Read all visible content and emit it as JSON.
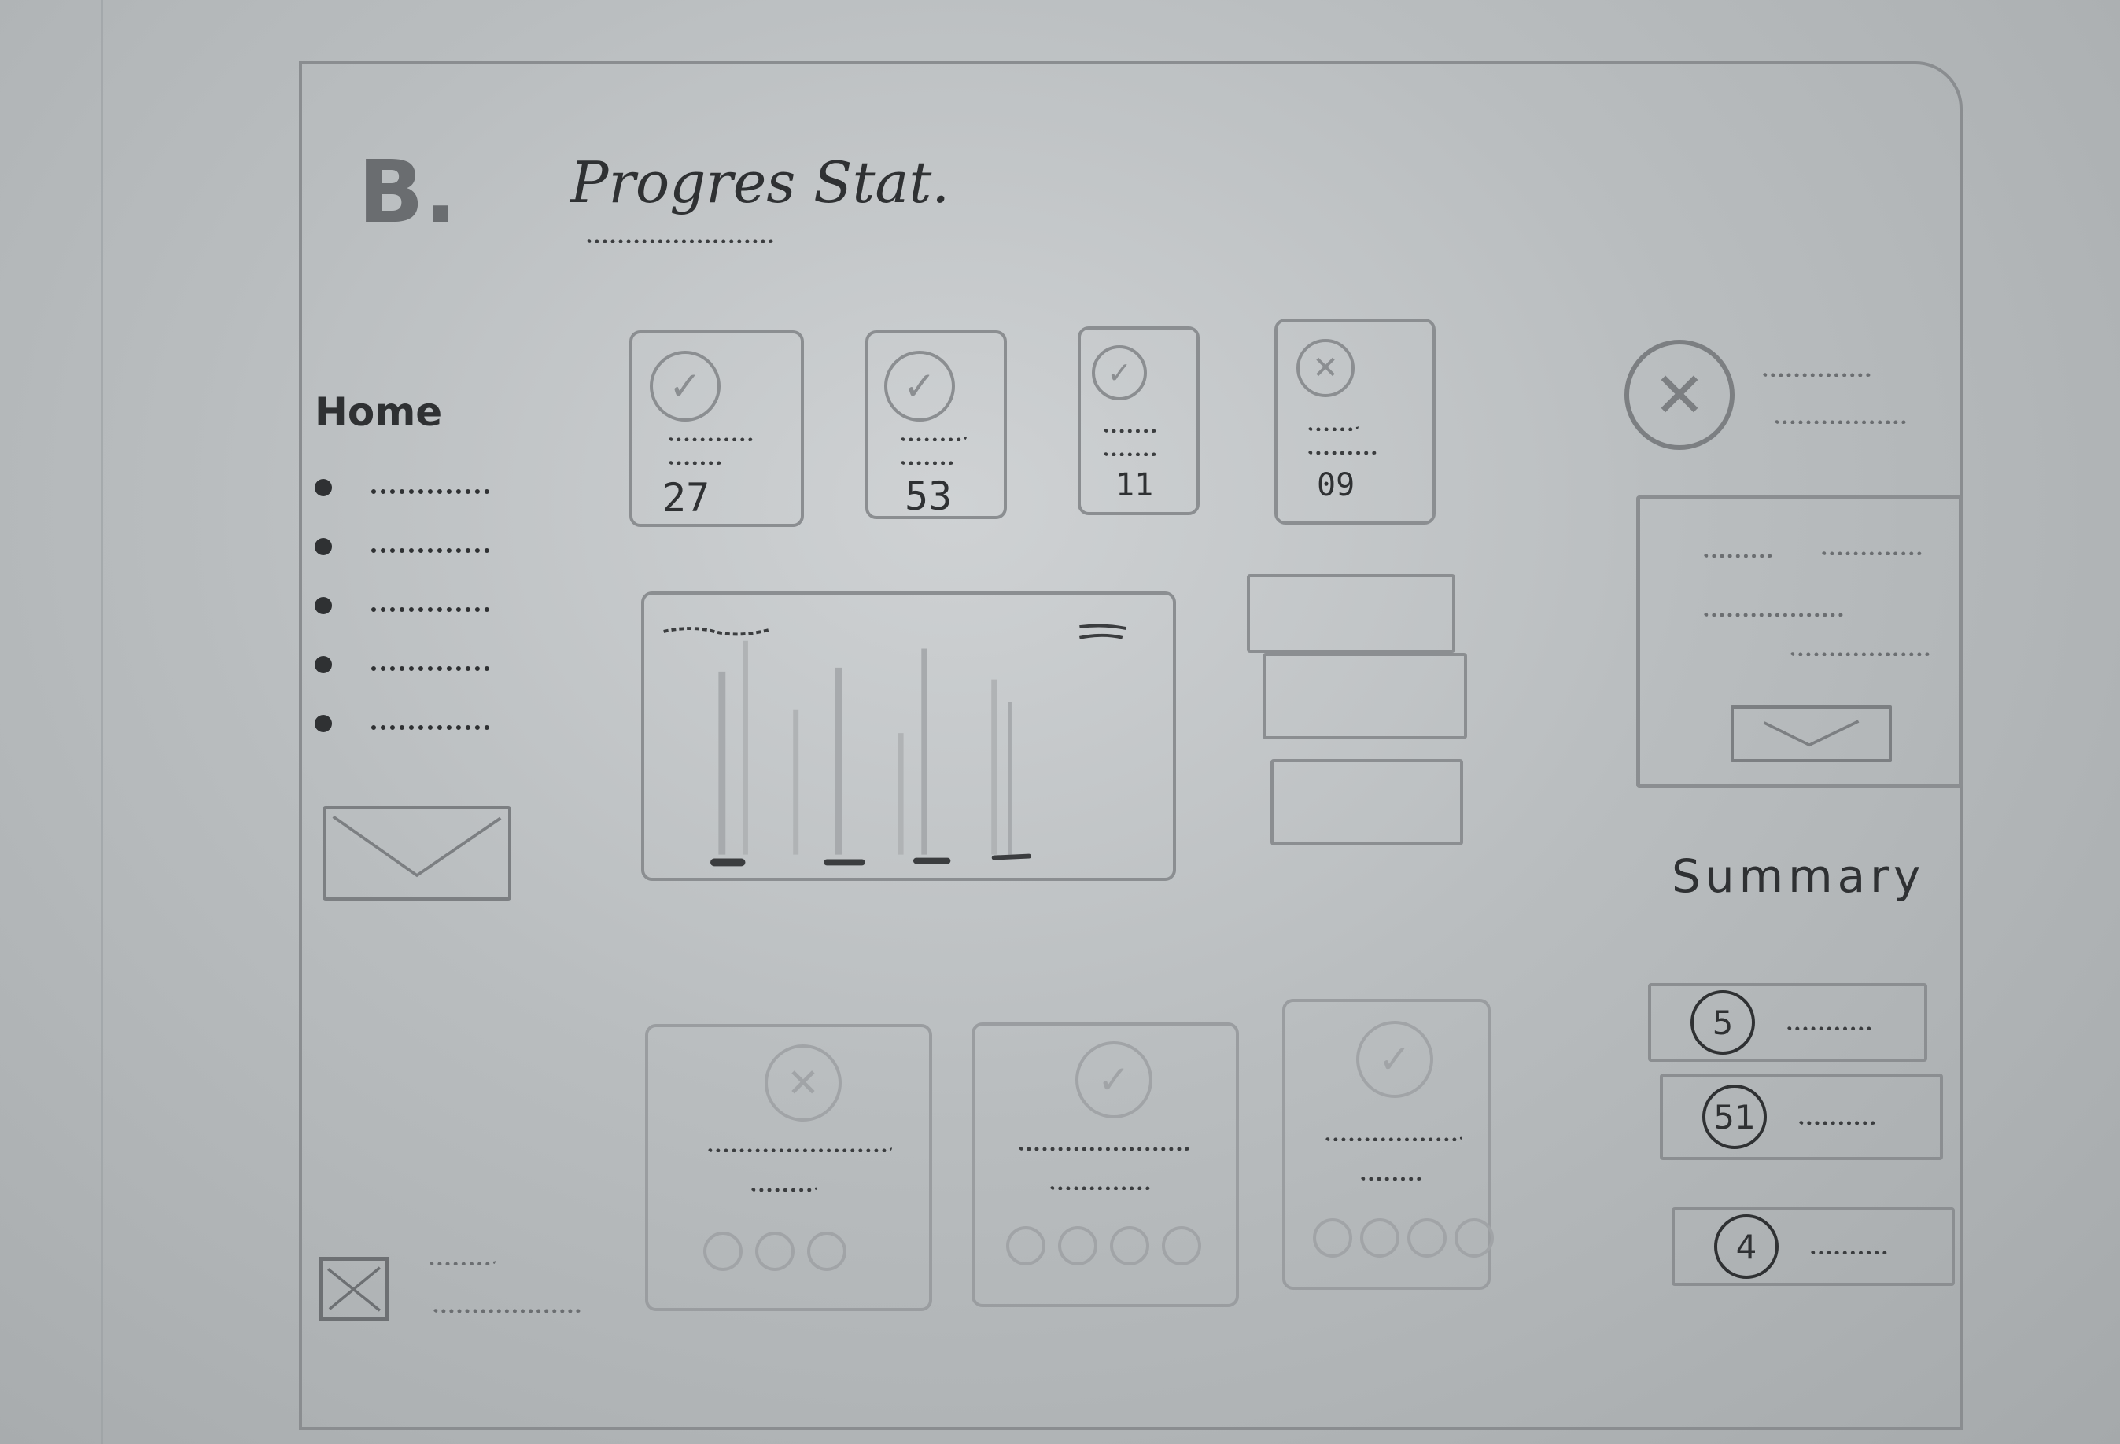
{
  "header": {
    "section_letter": "B.",
    "title": "Progres Stat."
  },
  "sidebar": {
    "heading": "Home"
  },
  "stats": [
    {
      "icon": "check-circle-icon",
      "value": "27"
    },
    {
      "icon": "check-circle-icon",
      "value": "53"
    },
    {
      "icon": "check-circle-icon",
      "value": "11"
    },
    {
      "icon": "x-circle-icon",
      "value": "09"
    }
  ],
  "summary": {
    "title": "Summary",
    "items": [
      {
        "count": "5"
      },
      {
        "count": "51"
      },
      {
        "count": "4"
      }
    ]
  },
  "colors": {
    "pencil": "#2f3133",
    "light_pencil": "#8b8e91",
    "paper": "#c4c8ca"
  }
}
